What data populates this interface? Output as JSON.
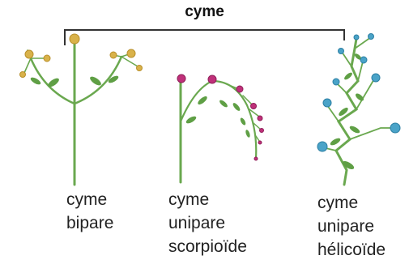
{
  "title": "cyme",
  "colors": {
    "stem": "#6aa84f",
    "leaf": "#5f9f45",
    "bracket": "#333333",
    "bipare_flower": "#d9b24a",
    "scorpio_flower": "#c0307a",
    "helico_flower": "#4aa3c8"
  },
  "types": [
    {
      "id": "bipare",
      "lines": [
        "cyme",
        "bipare"
      ]
    },
    {
      "id": "scorpio",
      "lines": [
        "cyme",
        "unipare",
        "scorpioïde"
      ]
    },
    {
      "id": "helico",
      "lines": [
        "cyme",
        "unipare",
        "hélicoïde"
      ]
    }
  ]
}
